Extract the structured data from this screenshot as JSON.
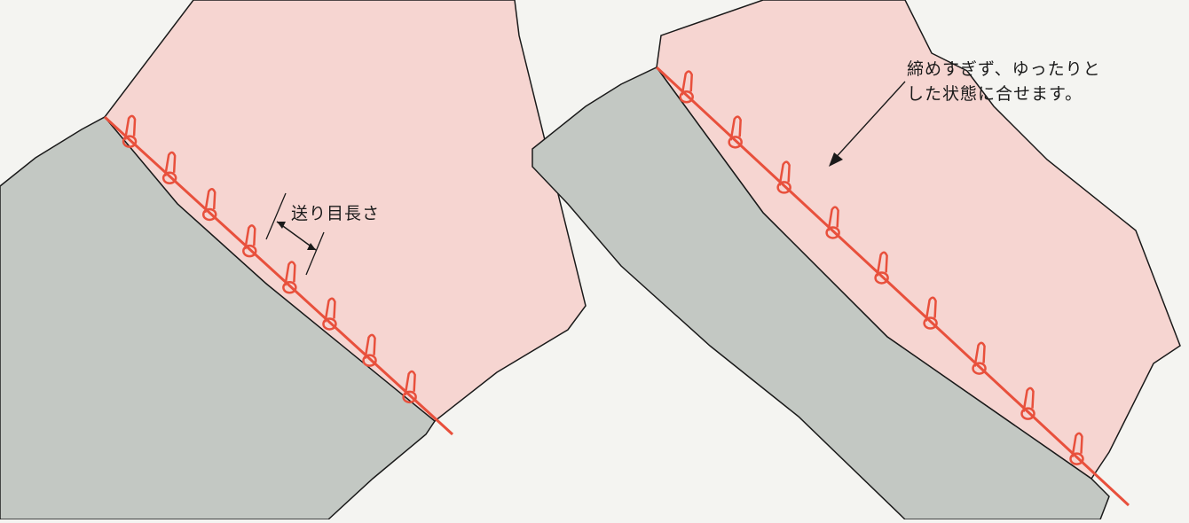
{
  "labels": {
    "stitch_length": "送り目長さ",
    "tension_note_line1": "締めすぎず、ゆったりと",
    "tension_note_line2": "した状態に合せます。"
  },
  "colors": {
    "background": "#f4f4f1",
    "top_fabric": "#f6d5d1",
    "bottom_fabric": "#c3c8c3",
    "stitch": "#e8503c",
    "outline": "#1a1a1a"
  },
  "diagrams": [
    {
      "name": "left-seam",
      "stitch_count": 8
    },
    {
      "name": "right-seam",
      "stitch_count": 9
    }
  ]
}
